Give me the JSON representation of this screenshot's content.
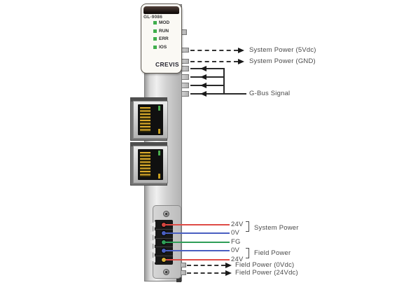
{
  "device": {
    "model": "GL-9086",
    "brand": "CREVIS",
    "leds": [
      {
        "label": "MOD",
        "color": "#3fae4c"
      },
      {
        "label": "RUN",
        "color": "#3fae4c"
      },
      {
        "label": "ERR",
        "color": "#3fae4c"
      },
      {
        "label": "IOS",
        "color": "#3fae4c"
      }
    ]
  },
  "bus": {
    "system_power_5v": "System Power (5Vdc)",
    "system_power_gnd": "System Power (GND)",
    "gbus_signal": "G-Bus Signal"
  },
  "terminal": {
    "rows": [
      {
        "label": "24V",
        "wire_color": "#df4b45",
        "dot_color": "#d4453f"
      },
      {
        "label": "0V",
        "wire_color": "#4a5fc1",
        "dot_color": "#4a5fc1"
      },
      {
        "label": "FG",
        "wire_color": "#2f9e57",
        "dot_color": "#2f9e57"
      },
      {
        "label": "0V",
        "wire_color": "#4a5fc1",
        "dot_color": "#4a5fc1"
      },
      {
        "label": "24V",
        "wire_color": "#df4b45",
        "dot_color": "#d8b23a"
      }
    ],
    "groups": [
      {
        "label": "System Power"
      },
      {
        "label": "Field Power"
      }
    ],
    "field_power_0v": "Field Power (0Vdc)",
    "field_power_24v": "Field Power (24Vdc)"
  }
}
